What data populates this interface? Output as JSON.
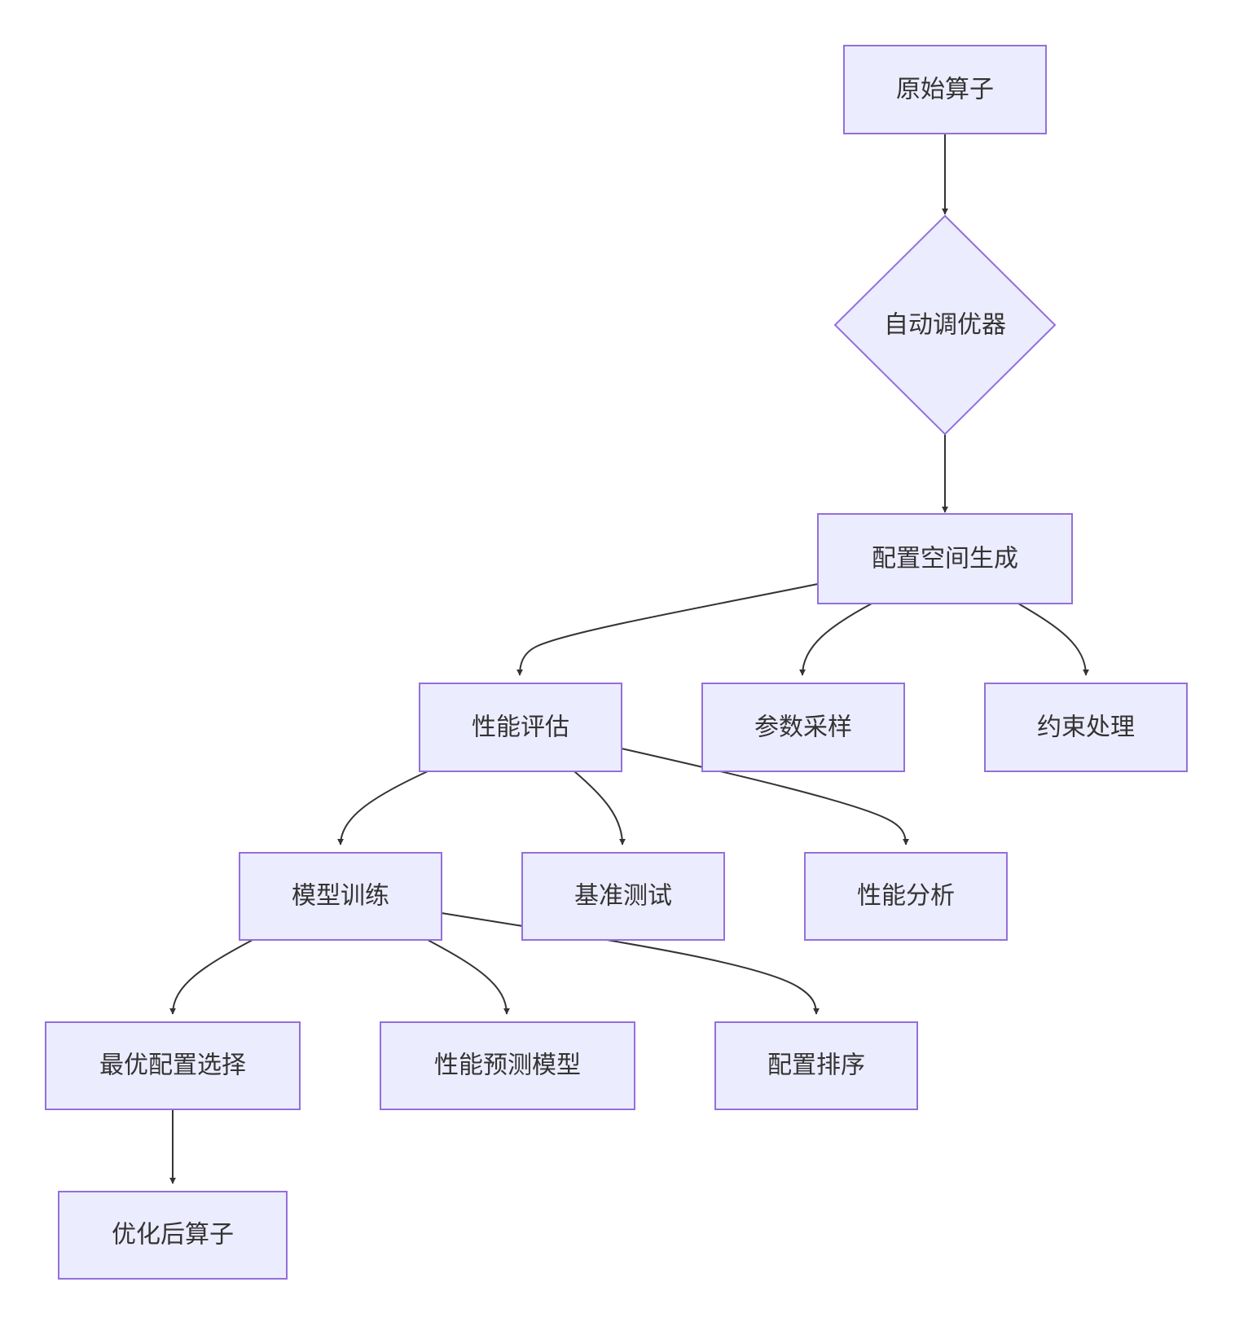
{
  "colors": {
    "node_fill": "#ECECFF",
    "node_stroke": "#9370DB",
    "edge": "#333333",
    "text": "#333333",
    "background": "#FFFFFF"
  },
  "nodes": {
    "original_operator": {
      "label": "原始算子",
      "shape": "rect"
    },
    "auto_tuner": {
      "label": "自动调优器",
      "shape": "diamond"
    },
    "config_space_gen": {
      "label": "配置空间生成",
      "shape": "rect"
    },
    "perf_eval": {
      "label": "性能评估",
      "shape": "rect"
    },
    "param_sampling": {
      "label": "参数采样",
      "shape": "rect"
    },
    "constraint_handling": {
      "label": "约束处理",
      "shape": "rect"
    },
    "model_training": {
      "label": "模型训练",
      "shape": "rect"
    },
    "benchmark_test": {
      "label": "基准测试",
      "shape": "rect"
    },
    "perf_analysis": {
      "label": "性能分析",
      "shape": "rect"
    },
    "best_config_select": {
      "label": "最优配置选择",
      "shape": "rect"
    },
    "perf_predict_model": {
      "label": "性能预测模型",
      "shape": "rect"
    },
    "config_ranking": {
      "label": "配置排序",
      "shape": "rect"
    },
    "optimized_operator": {
      "label": "优化后算子",
      "shape": "rect"
    }
  },
  "edges": [
    {
      "from": "original_operator",
      "to": "auto_tuner"
    },
    {
      "from": "auto_tuner",
      "to": "config_space_gen"
    },
    {
      "from": "config_space_gen",
      "to": "perf_eval"
    },
    {
      "from": "config_space_gen",
      "to": "param_sampling"
    },
    {
      "from": "config_space_gen",
      "to": "constraint_handling"
    },
    {
      "from": "perf_eval",
      "to": "model_training"
    },
    {
      "from": "perf_eval",
      "to": "benchmark_test"
    },
    {
      "from": "perf_eval",
      "to": "perf_analysis"
    },
    {
      "from": "model_training",
      "to": "best_config_select"
    },
    {
      "from": "model_training",
      "to": "perf_predict_model"
    },
    {
      "from": "model_training",
      "to": "config_ranking"
    },
    {
      "from": "best_config_select",
      "to": "optimized_operator"
    }
  ]
}
